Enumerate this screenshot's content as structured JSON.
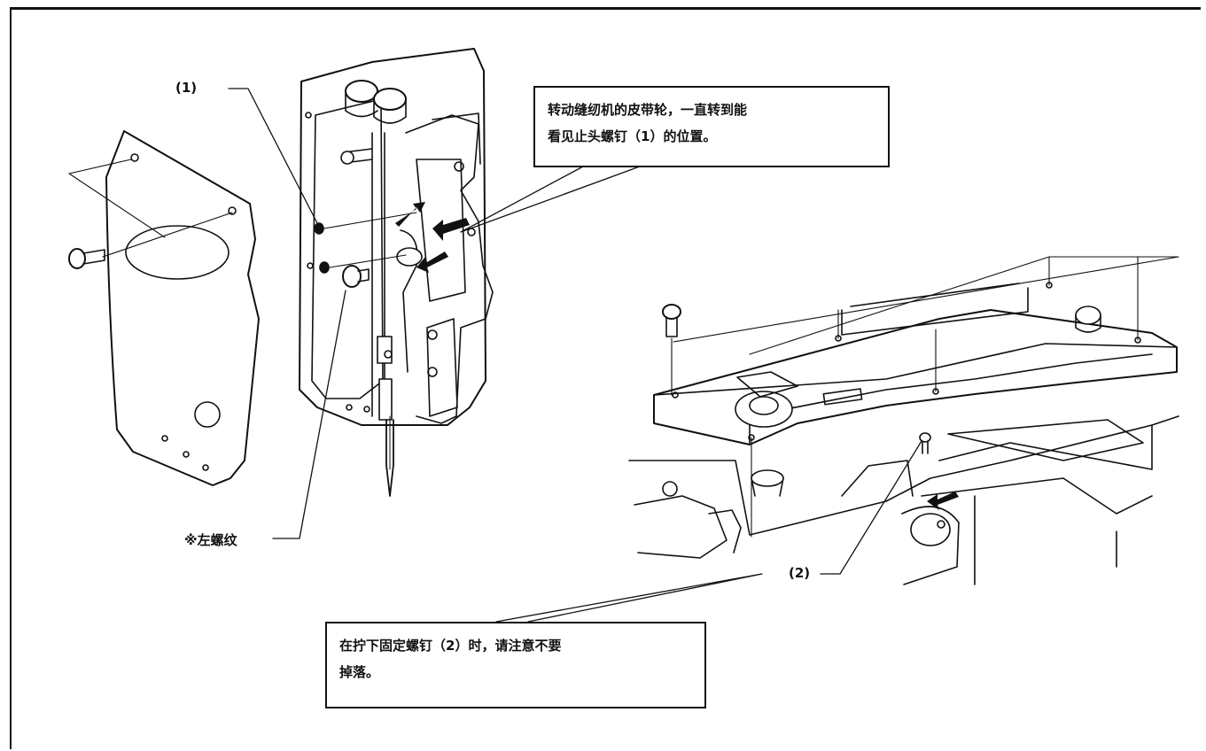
{
  "labels": {
    "ref_1": "(1)",
    "ref_2": "(2)",
    "left_thread_note": "※左螺纹"
  },
  "callouts": {
    "top": {
      "line1": "转动缝纫机的皮带轮，一直转到能",
      "line2": "看见止头螺钉（1）的位置。"
    },
    "bottom": {
      "line1": "在拧下固定螺钉（2）时，请注意不要",
      "line2": "掉落。"
    }
  },
  "colors": {
    "ink": "#111111",
    "paper": "#ffffff"
  }
}
